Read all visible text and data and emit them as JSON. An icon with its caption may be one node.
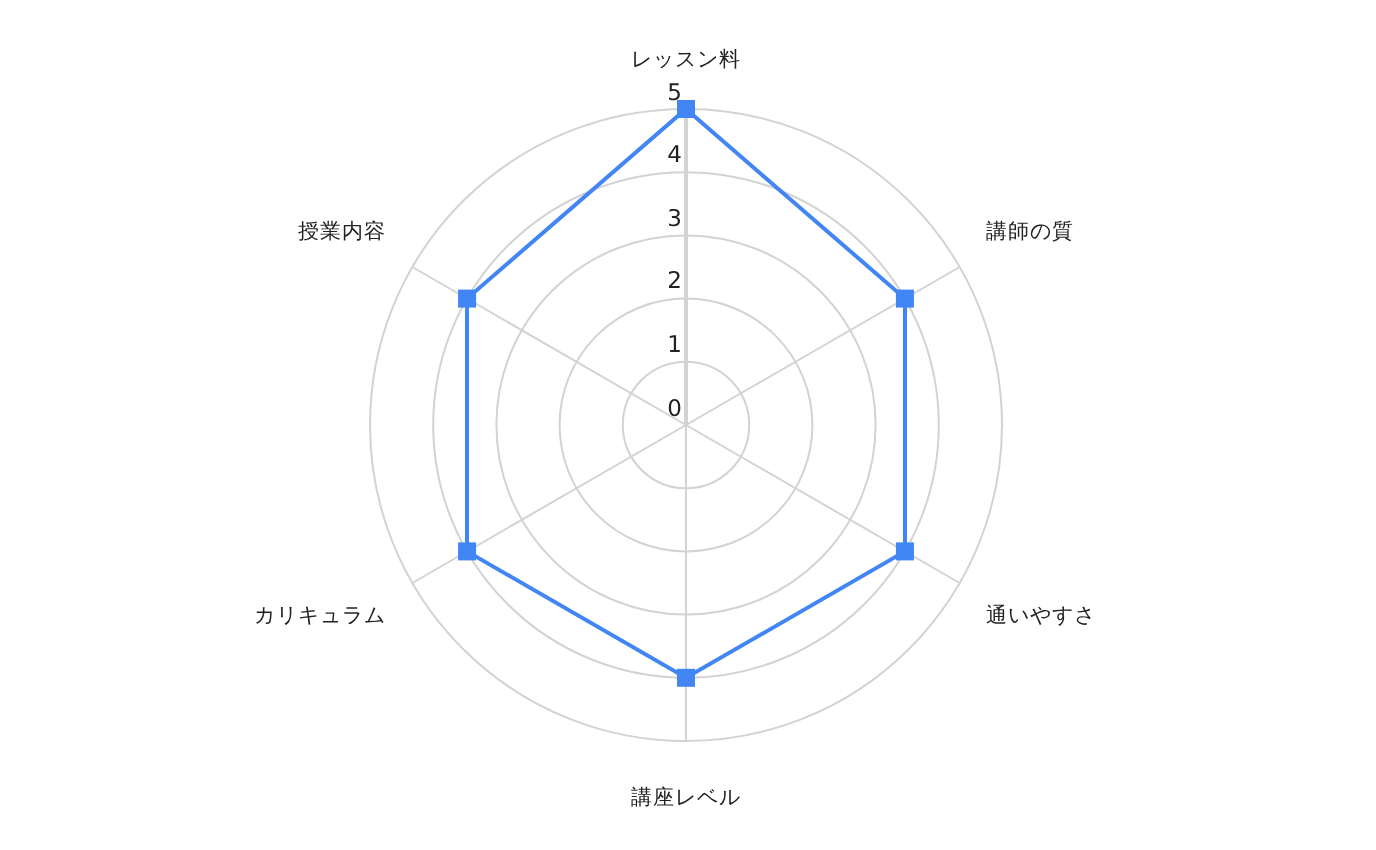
{
  "diagram": {
    "chart_data": {
      "type": "radar",
      "categories": [
        "レッスン料",
        "講師の質",
        "通いやすさ",
        "講座レベル",
        "カリキュラム",
        "授業内容"
      ],
      "series": [
        {
          "color": "#4285f4",
          "values": [
            5,
            4,
            4,
            4,
            4,
            4
          ]
        }
      ],
      "ylim": [
        0,
        5
      ],
      "yticks": [
        0,
        1,
        2,
        3,
        4,
        5
      ]
    }
  }
}
